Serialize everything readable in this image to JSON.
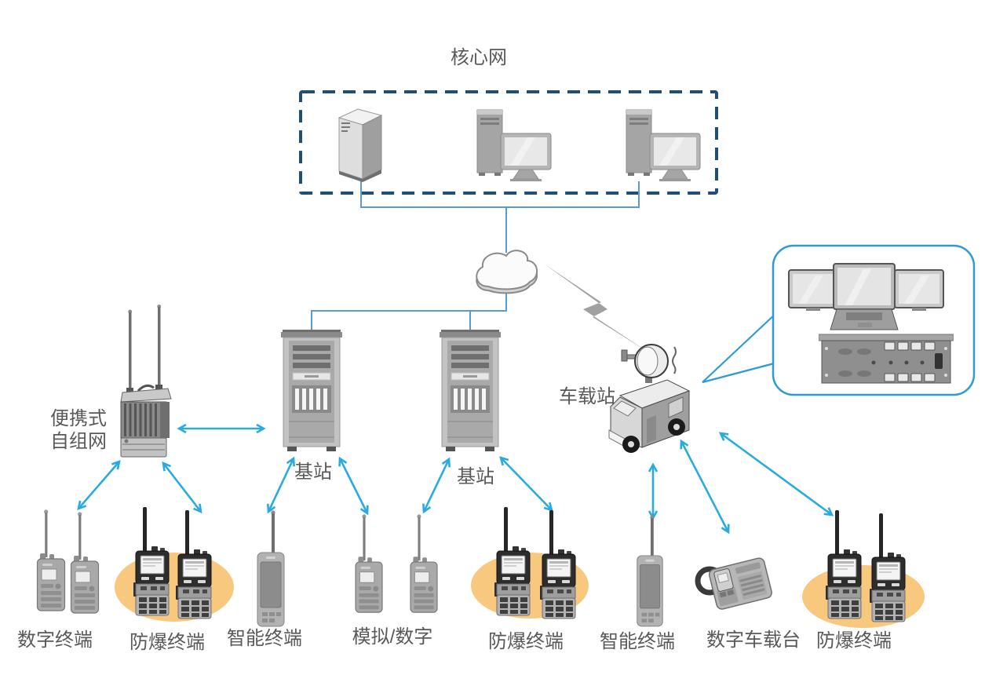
{
  "labels": {
    "core_network": "核心网",
    "portable_line1": "便携式",
    "portable_line2": "自组网",
    "base_station_left": "基站",
    "base_station_right": "基站",
    "vehicle_station": "车载站"
  },
  "terminals": [
    {
      "label": "数字终端",
      "kind": "digital-terminal-pair",
      "highlighted": false
    },
    {
      "label": "防爆终端",
      "kind": "explosion-proof-pair",
      "highlighted": true
    },
    {
      "label": "智能终端",
      "kind": "smart-terminal",
      "highlighted": false
    },
    {
      "label": "模拟/数字",
      "kind": "analog-digital-pair",
      "highlighted": false
    },
    {
      "label": "防爆终端",
      "kind": "explosion-proof-pair",
      "highlighted": true
    },
    {
      "label": "智能终端",
      "kind": "smart-terminal",
      "highlighted": false
    },
    {
      "label": "数字车载台",
      "kind": "digital-vehicle-radio",
      "highlighted": false
    },
    {
      "label": "防爆终端",
      "kind": "explosion-proof-pair",
      "highlighted": true
    }
  ],
  "colors": {
    "arrow": "#29abe2",
    "link_line": "#5b9bd5",
    "dashed_border": "#1f4e79",
    "callout_border": "#2e9bd6",
    "highlight_ellipse": "#f8c87e",
    "label_text": "#595959",
    "lightning": "#a0a0a0"
  }
}
